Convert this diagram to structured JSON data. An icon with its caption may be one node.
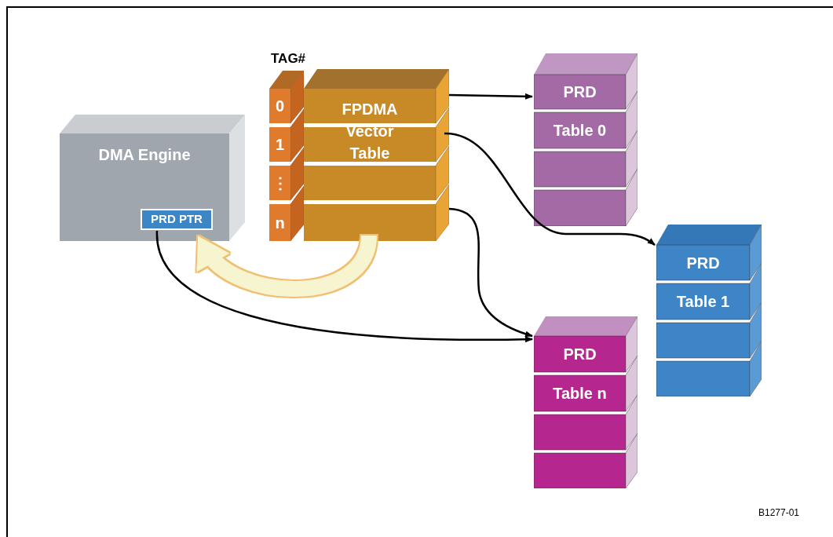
{
  "diagram": {
    "nodes": [
      {
        "text": [
          "DMA Engine"
        ]
      },
      {
        "text": [
          "PRD PTR"
        ],
        "in": 0
      },
      {
        "text": [
          "0"
        ]
      },
      {
        "text": [
          "1"
        ]
      },
      {
        "text": [
          "⋮"
        ]
      },
      {
        "text": [
          "n"
        ]
      },
      {
        "text": [
          "FPDMA Vector Table"
        ]
      },
      {
        "text": [
          "PRD",
          "Table 0"
        ]
      },
      {
        "text": [
          "PRD",
          "Table 1"
        ]
      },
      {
        "text": [
          "PRD",
          "Table n"
        ]
      }
    ],
    "edges": [
      {
        "from": 6,
        "to": 7,
        "arrow": "to"
      },
      {
        "from": 6,
        "to": 8,
        "arrow": "to"
      },
      {
        "from": 6,
        "to": 9,
        "arrow": "to"
      },
      {
        "from": 1,
        "to": 9,
        "arrow": "to"
      },
      {
        "from": 6,
        "to": 0,
        "arrow": "to",
        "style": "thick",
        "color": "#f7f4d0"
      }
    ],
    "labels": [
      "TAG#",
      "B1277-01"
    ]
  }
}
